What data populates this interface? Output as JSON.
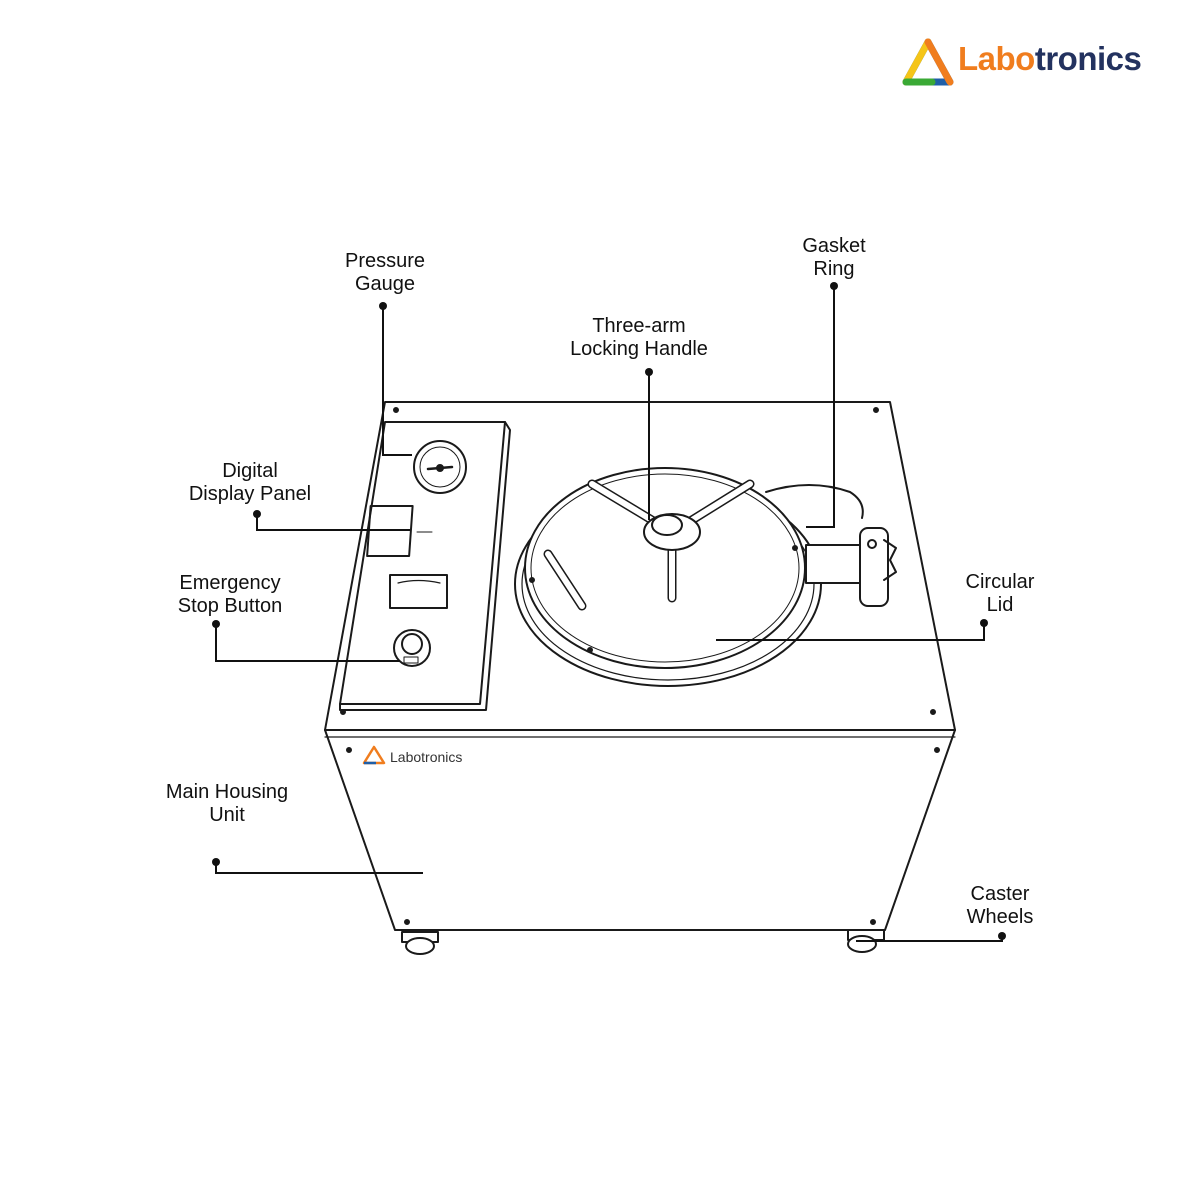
{
  "brand": {
    "name_part1": "Labo",
    "name_part2": "tronics",
    "colors": {
      "orange": "#f07d1e",
      "navy": "#23325f",
      "green": "#3aa935",
      "yellow": "#f5c518",
      "blue": "#1f5fa8"
    }
  },
  "device": {
    "housing_brand": "Labotronics"
  },
  "callouts": {
    "pressure_gauge": [
      "Pressure",
      "Gauge"
    ],
    "digital_display_panel": [
      "Digital",
      "Display Panel"
    ],
    "emergency_stop_button": [
      "Emergency",
      "Stop Button"
    ],
    "main_housing_unit": [
      "Main Housing",
      "Unit"
    ],
    "three_arm_locking_handle": [
      "Three-arm",
      "Locking Handle"
    ],
    "gasket_ring": [
      "Gasket",
      "Ring"
    ],
    "circular_lid": [
      "Circular",
      "Lid"
    ],
    "caster_wheels": [
      "Caster",
      "Wheels"
    ]
  }
}
